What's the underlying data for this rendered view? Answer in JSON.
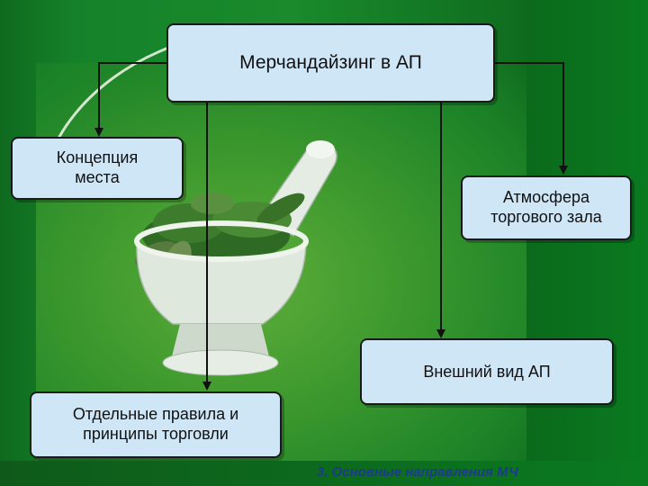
{
  "diagram": {
    "root": "Мерчандайзинг в АП",
    "nodes": {
      "concept": "Концепция\nместа",
      "atmosphere": "Атмосфера\nторгового зала",
      "appearance": "Внешний вид АП",
      "rules": "Отдельные правила и\nпринципы торговли"
    },
    "edges": [
      [
        "root",
        "concept"
      ],
      [
        "root",
        "atmosphere"
      ],
      [
        "root",
        "appearance"
      ],
      [
        "root",
        "rules"
      ]
    ]
  },
  "footer": "3. Основные направления МЧ",
  "colors": {
    "background": "#1a8a2c",
    "box_fill": "#cfe6f7",
    "box_border": "#1a1a1a",
    "footer_text": "#1e3a8c"
  }
}
